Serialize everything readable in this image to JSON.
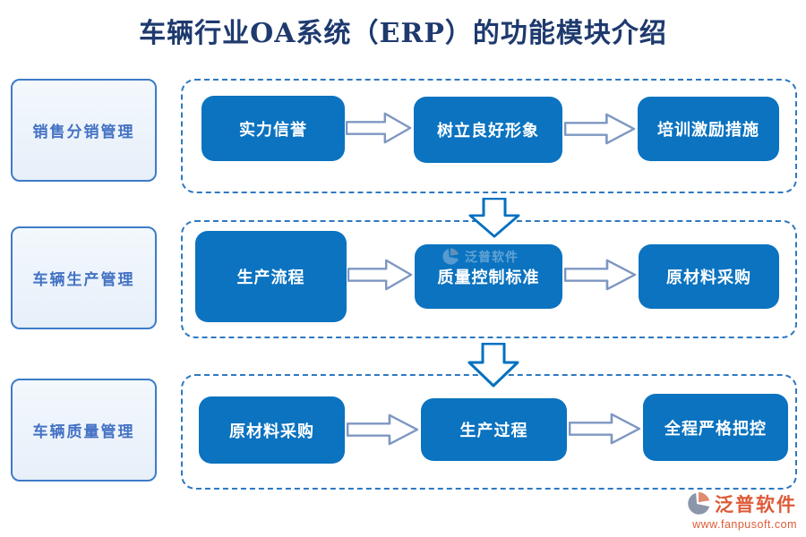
{
  "title": "车辆行业OA系统（ERP）的功能模块介绍",
  "sections": [
    {
      "label": "销售分销管理",
      "steps": [
        "实力信誉",
        "树立良好形象",
        "培训激励措施"
      ]
    },
    {
      "label": "车辆生产管理",
      "steps": [
        "生产流程",
        "质量控制标准",
        "原材料采购"
      ]
    },
    {
      "label": "车辆质量管理",
      "steps": [
        "原材料采购",
        "生产过程",
        "全程严格把控"
      ]
    }
  ],
  "watermark": {
    "text": "泛普软件"
  },
  "footer_logo": {
    "brand": "泛普软件",
    "website": "www.fanpusoft.com"
  },
  "colors": {
    "title_text": "#1E3A6E",
    "step_box_fill": "#0B73C0",
    "step_box_text": "#FFFFFF",
    "section_dashed_border": "#2E79C0",
    "side_label_text": "#4472C4",
    "side_label_border": "#3E7BC8",
    "side_label_fill": "#EDF4FB",
    "right_arrow_outline": "#7E97C2",
    "down_arrow_outline": "#0070C0",
    "logo_text": "#DD5B38",
    "background": "#FFFFFF"
  }
}
